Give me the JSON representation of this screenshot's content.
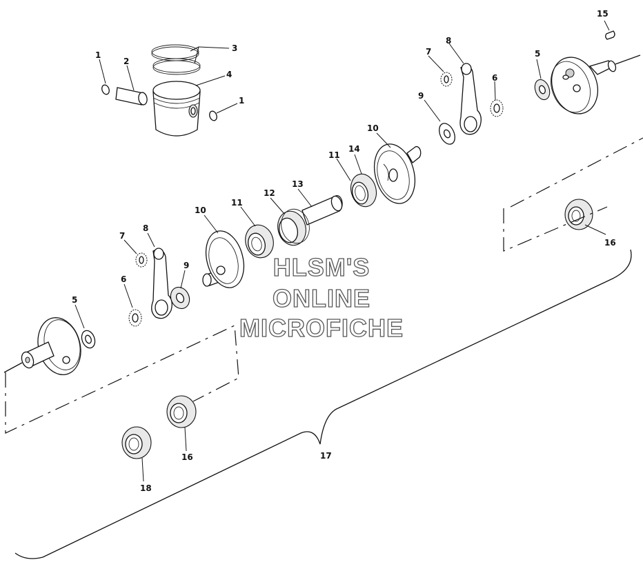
{
  "watermark": {
    "line1": "HLSM'S",
    "line2": "ONLINE",
    "line3": "MICROFICHE"
  },
  "callouts": {
    "c1a": "1",
    "c1b": "1",
    "c2": "2",
    "c3": "3",
    "c4": "4",
    "c5a": "5",
    "c5b": "5",
    "c6a": "6",
    "c6b": "6",
    "c7a": "7",
    "c7b": "7",
    "c8a": "8",
    "c8b": "8",
    "c9a": "9",
    "c9b": "9",
    "c10a": "10",
    "c10b": "10",
    "c11a": "11",
    "c11b": "11",
    "c12": "12",
    "c13": "13",
    "c14": "14",
    "c15": "15",
    "c16a": "16",
    "c16b": "16",
    "c17": "17",
    "c18": "18"
  }
}
